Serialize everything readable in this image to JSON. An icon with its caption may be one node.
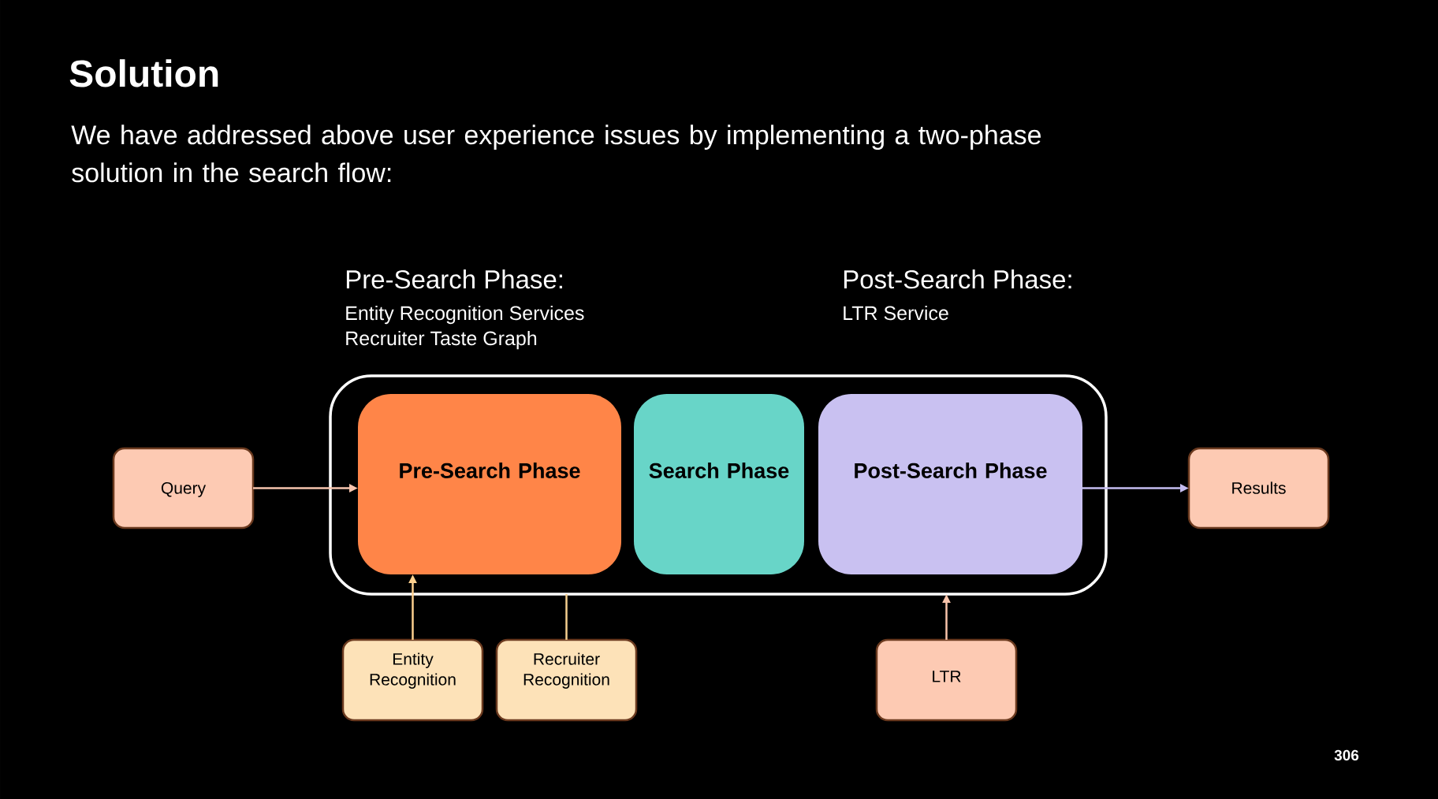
{
  "diagram": {
    "title": "Solution",
    "nodes": [
      {
        "text": [
          "Query"
        ]
      },
      {
        "text": [],
        "shape": "box"
      },
      {
        "text": [
          "Pre-Search Phase"
        ],
        "in": 1
      },
      {
        "text": [
          "Search Phase"
        ],
        "in": 1
      },
      {
        "text": [
          "Post-Search Phase"
        ],
        "in": 1
      },
      {
        "text": [
          "Results"
        ]
      },
      {
        "text": [
          "Entity Recognition"
        ]
      },
      {
        "text": [
          "Recruiter Recognition"
        ]
      },
      {
        "text": [
          "LTR"
        ]
      }
    ],
    "edges": [
      {
        "from": 0,
        "to": 2,
        "arrow": "to",
        "color": "#f6c4ae"
      },
      {
        "from": 4,
        "to": 5,
        "arrow": "to",
        "color": "#c5bdf0"
      },
      {
        "from": 6,
        "to": 2,
        "arrow": "to",
        "color": "#fdd08f"
      },
      {
        "from": 7,
        "to": 1,
        "arrow": "none",
        "color": "#f5cf8f"
      },
      {
        "from": 8,
        "to": 1,
        "arrow": "to",
        "color": "#f9c4ab"
      }
    ],
    "labels": [
      "We have addressed above user experience issues by implementing a two-phase solution in the search flow:",
      "Pre-Search Phase:",
      "Entity Recognition Services",
      "Recruiter Taste Graph",
      "Post-Search Phase:",
      "LTR Service",
      "306"
    ]
  }
}
